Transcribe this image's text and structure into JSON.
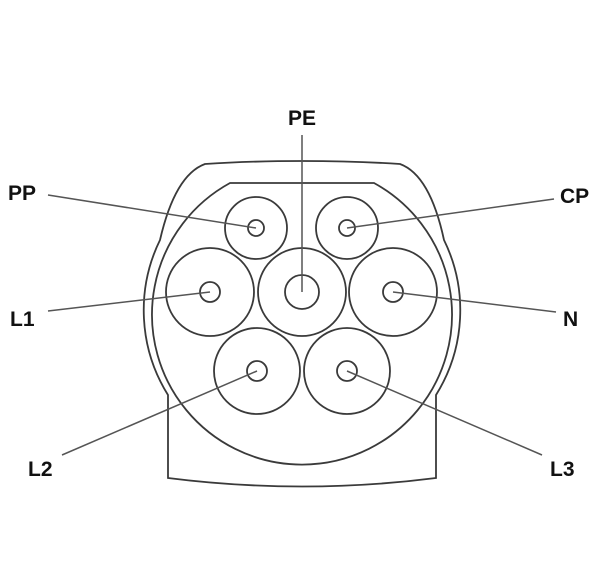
{
  "labels": {
    "PE": "PE",
    "PP": "PP",
    "CP": "CP",
    "L1": "L1",
    "N": "N",
    "L2": "L2",
    "L3": "L3"
  }
}
